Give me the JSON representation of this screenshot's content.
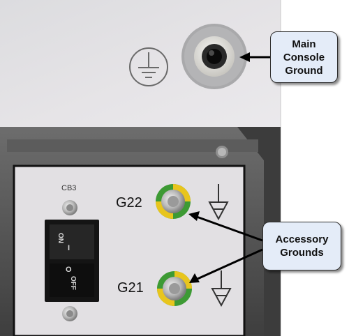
{
  "labels": {
    "breaker": "CB3",
    "switch_on": "ON",
    "switch_on_mark": "I",
    "switch_off": "OFF",
    "switch_off_mark": "O",
    "ground_g22": "G22",
    "ground_g21": "G21"
  },
  "callouts": {
    "main": [
      "Main",
      "Console",
      "Ground"
    ],
    "accessory": [
      "Accessory",
      "Grounds"
    ]
  },
  "colors": {
    "panel": "#e6e3e6",
    "ground_ring_green": "#3d9a34",
    "ground_ring_yellow": "#e8c51d",
    "callout_fill": "#e4ecf8",
    "arrow": "#000000"
  },
  "icons": [
    "earth-ground-icon",
    "ground-symbol-icon"
  ]
}
